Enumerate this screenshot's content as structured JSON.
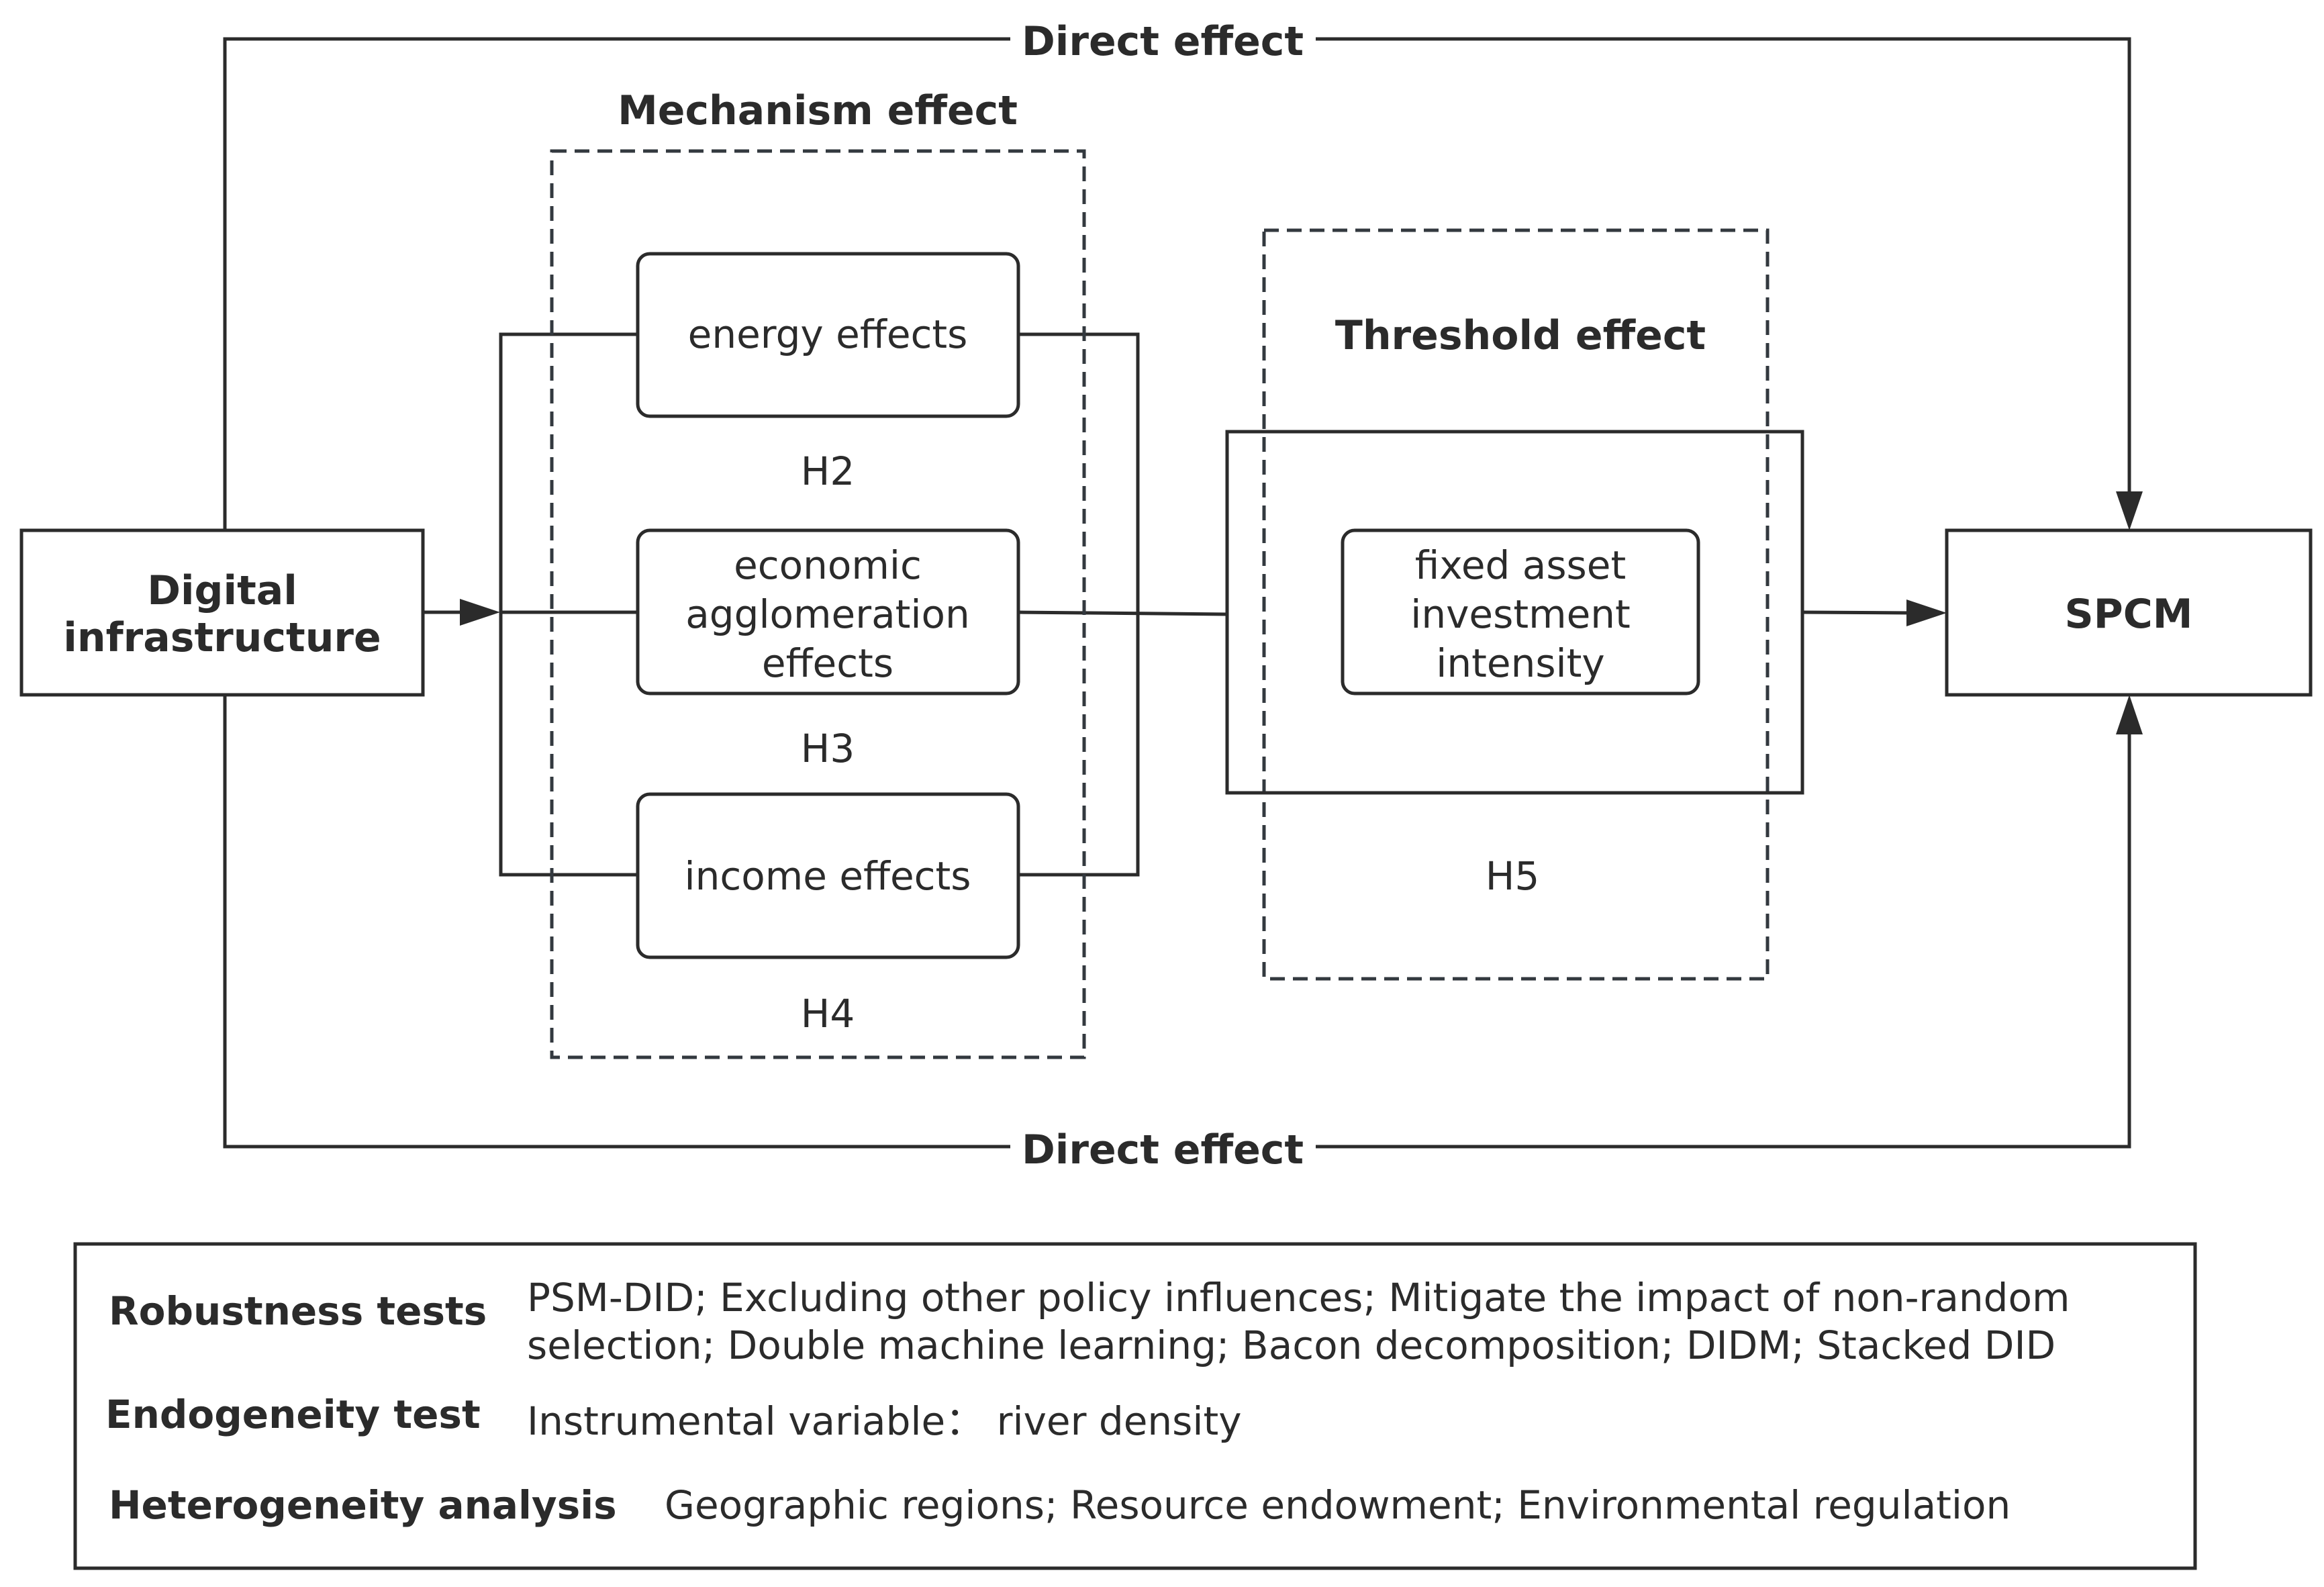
{
  "direct_effect_top": "Direct effect",
  "direct_effect_bottom": "Direct effect",
  "mechanism_title": "Mechanism effect",
  "threshold_title": "Threshold effect",
  "source_node": {
    "line1": "Digital",
    "line2": "infrastructure"
  },
  "target_node": "SPCM",
  "mechanisms": [
    {
      "lines": [
        "energy effects"
      ],
      "hypothesis": "H2"
    },
    {
      "lines": [
        "economic",
        "agglomeration",
        "effects"
      ],
      "hypothesis": "H3"
    },
    {
      "lines": [
        "income effects"
      ],
      "hypothesis": "H4"
    }
  ],
  "threshold_node": {
    "lines": [
      "fixed asset",
      "investment",
      "intensity"
    ],
    "hypothesis": "H5"
  },
  "tests": [
    {
      "label": "Robustness tests",
      "lines": [
        "PSM-DID; Excluding other policy influences; Mitigate the impact of non-random",
        "selection; Double machine learning; Bacon decomposition; DIDM; Stacked DID"
      ]
    },
    {
      "label": "Endogeneity test",
      "lines": [
        "Instrumental variable： river density"
      ]
    },
    {
      "label": "Heterogeneity analysis",
      "lines": [
        "Geographic regions; Resource endowment; Environmental regulation"
      ]
    }
  ]
}
